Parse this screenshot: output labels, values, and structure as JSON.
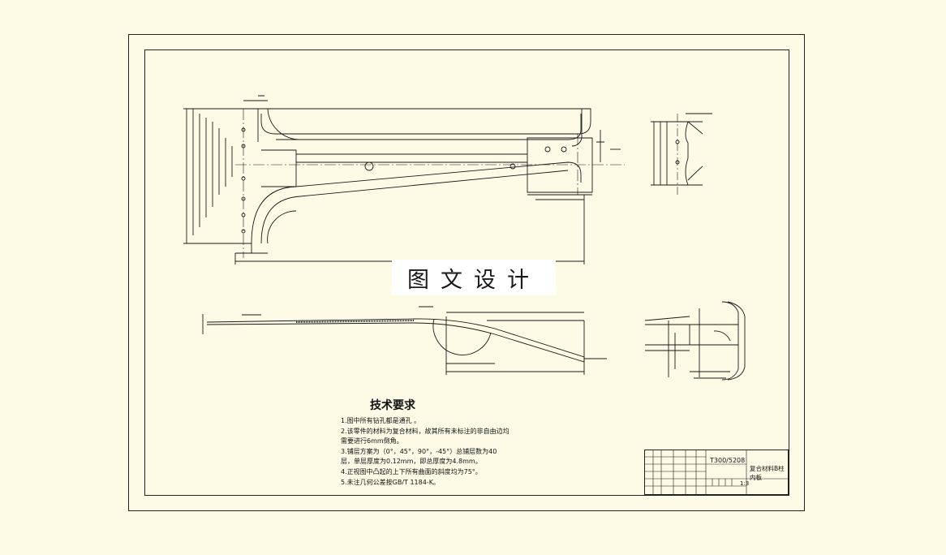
{
  "watermark": "图文设计",
  "technical_requirements": {
    "title": "技术要求",
    "lines": [
      "1.图中所有钻孔都是通孔  。",
      "2.该零件的材料为复合材料，故其所有未标注的非自由边均",
      "需要进行6mm倒角。",
      "3.铺层方案为（0°，45°，90°，-45°）总铺层数为40",
      "层，单层厚度为0.12mm，即总厚度为4.8mm。",
      "4.正视图中凸起的上下所有曲面的斜度均为75°。",
      "5.未注几何公差按GB/T 1184-K。"
    ]
  },
  "title_block": {
    "drawing_code": "T300/5208",
    "part_name": "复合材料B柱内板",
    "scale": "1:3"
  },
  "colors": {
    "background": "#fdfbe6",
    "line": "#1a1a1a",
    "watermark_bg": "#ffffff"
  }
}
